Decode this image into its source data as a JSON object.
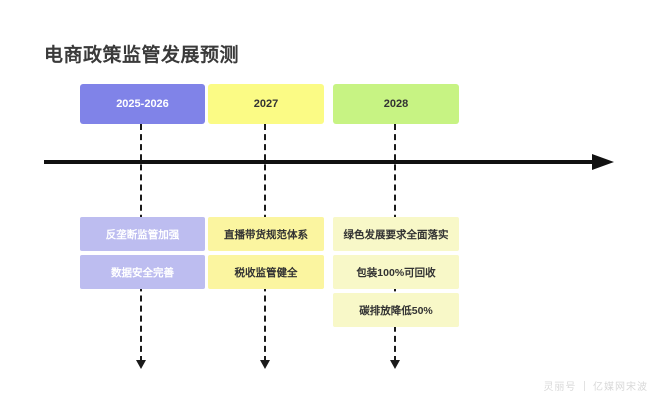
{
  "title": "电商政策监管发展预测",
  "timeline": {
    "axis_icon": "right-arrow-icon",
    "columns": [
      {
        "year": "2025-2026",
        "accent": "#8083e8",
        "item_color": "#bdbdf0",
        "items": [
          "反垄断监管加强",
          "数据安全完善"
        ]
      },
      {
        "year": "2027",
        "accent": "#fbfb85",
        "item_color": "#fbf5a0",
        "items": [
          "直播带货规范体系",
          "税收监管健全"
        ]
      },
      {
        "year": "2028",
        "accent": "#c7f383",
        "item_color": "#f8f8c8",
        "items": [
          "绿色发展要求全面落实",
          "包装100%可回收",
          "碳排放降低50%"
        ]
      }
    ]
  },
  "watermark": {
    "left": "灵丽号",
    "right": "亿媒网宋波"
  }
}
